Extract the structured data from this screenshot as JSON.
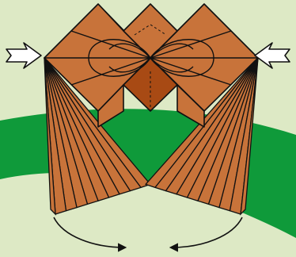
{
  "diagram": {
    "kind": "origami folding step",
    "colors": {
      "background": "#dde9c5",
      "band": "#0f9a3a",
      "paper": "#c8733a",
      "paper_dark": "#a84a14",
      "line": "#111111",
      "arrow_fill": "#ffffff"
    },
    "symbols": [
      "push-arrow-left",
      "push-arrow-right",
      "swing-arrow-left",
      "swing-arrow-right",
      "valley-fold-line",
      "pleat-fan-left",
      "pleat-fan-right"
    ]
  }
}
